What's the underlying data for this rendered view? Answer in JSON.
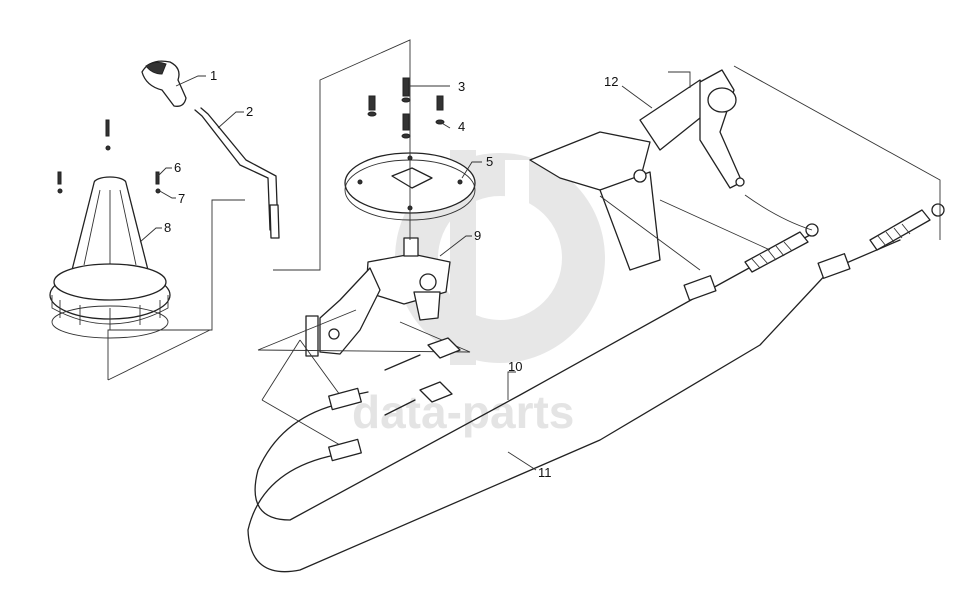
{
  "diagram": {
    "callouts": [
      {
        "id": "1",
        "label": "1"
      },
      {
        "id": "2",
        "label": "2"
      },
      {
        "id": "3",
        "label": "3"
      },
      {
        "id": "4",
        "label": "4"
      },
      {
        "id": "5",
        "label": "5"
      },
      {
        "id": "6",
        "label": "6"
      },
      {
        "id": "7",
        "label": "7"
      },
      {
        "id": "8",
        "label": "8"
      },
      {
        "id": "9",
        "label": "9"
      },
      {
        "id": "10",
        "label": "10"
      },
      {
        "id": "11",
        "label": "11"
      },
      {
        "id": "12",
        "label": "12"
      }
    ],
    "watermark": {
      "text": "data-parts",
      "color": "#d9d9d9"
    }
  }
}
